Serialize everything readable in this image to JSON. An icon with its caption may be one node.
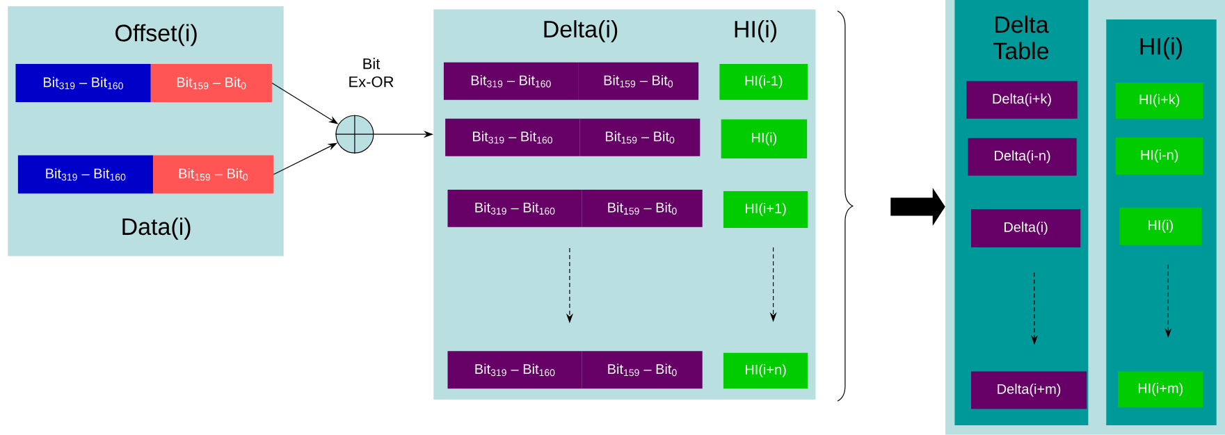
{
  "diagram": {
    "nodes": [
      {
        "text": [
          "Offset(i)",
          "Data(i)"
        ]
      },
      {
        "text": [
          "Bit$_{319}$ – Bit$_{160}$"
        ],
        "in": 0
      },
      {
        "text": [
          "Bit$_{159}$ – Bit$_{0}$"
        ],
        "in": 0
      },
      {
        "text": [
          "Bit$_{319}$ – Bit$_{160}$"
        ],
        "in": 0
      },
      {
        "text": [
          "Bit$_{159}$ – Bit$_{0}$"
        ],
        "in": 0
      },
      {
        "text": [],
        "shape": "circle",
        "beside": [
          "Bit Ex-OR"
        ]
      },
      {
        "text": [
          "Delta(i)",
          "HI(i)"
        ]
      },
      {
        "text": [
          "Bit$_{319}$ – Bit$_{160}$"
        ],
        "in": 6
      },
      {
        "text": [
          "Bit$_{159}$ – Bit$_{0}$"
        ],
        "in": 6
      },
      {
        "text": [
          "HI(i-1)"
        ],
        "in": 6
      },
      {
        "text": [
          "Bit$_{319}$ – Bit$_{160}$"
        ],
        "in": 6
      },
      {
        "text": [
          "Bit$_{159}$ – Bit$_{0}$"
        ],
        "in": 6
      },
      {
        "text": [
          "HI(i)"
        ],
        "in": 6
      },
      {
        "text": [
          "Bit$_{319}$ – Bit$_{160}$"
        ],
        "in": 6
      },
      {
        "text": [
          "Bit$_{159}$ – Bit$_{0}$"
        ],
        "in": 6
      },
      {
        "text": [
          "HI(i+1)"
        ],
        "in": 6
      },
      {
        "text": [
          "Bit$_{319}$ – Bit$_{160}$"
        ],
        "in": 6
      },
      {
        "text": [
          "Bit$_{159}$ – Bit$_{0}$"
        ],
        "in": 6
      },
      {
        "text": [
          "HI(i+n)"
        ],
        "in": 6
      },
      {
        "text": [],
        "shape": "box"
      },
      {
        "text": [
          "Delta Table"
        ],
        "in": 19
      },
      {
        "text": [
          "Delta(i+k)"
        ],
        "in": 20
      },
      {
        "text": [
          "Delta(i-n)"
        ],
        "in": 20
      },
      {
        "text": [
          "Delta(i)"
        ],
        "in": 20
      },
      {
        "text": [
          "Delta(i+m)"
        ],
        "in": 20
      },
      {
        "text": [
          "HI(i)"
        ],
        "in": 19
      },
      {
        "text": [
          "HI(i+k)"
        ],
        "in": 25
      },
      {
        "text": [
          "HI(i-n)"
        ],
        "in": 25
      },
      {
        "text": [
          "HI(i)"
        ],
        "in": 25
      },
      {
        "text": [
          "HI(i+m)"
        ],
        "in": 25
      }
    ],
    "edges": [
      {
        "from": 2,
        "to": 5,
        "arrow": "to"
      },
      {
        "from": 4,
        "to": 5,
        "arrow": "to"
      },
      {
        "from": 5,
        "to": 6,
        "arrow": "to"
      },
      {
        "from": 13,
        "to": 16,
        "arrow": "to",
        "style": "dashed"
      },
      {
        "from": 15,
        "to": 18,
        "arrow": "to",
        "style": "dashed"
      },
      {
        "from": 23,
        "to": 24,
        "arrow": "to",
        "style": "dashed"
      },
      {
        "from": 28,
        "to": 29,
        "arrow": "to",
        "style": "dashed"
      },
      {
        "from": null,
        "to": 19,
        "arrow": "to",
        "style": "thick"
      }
    ]
  }
}
